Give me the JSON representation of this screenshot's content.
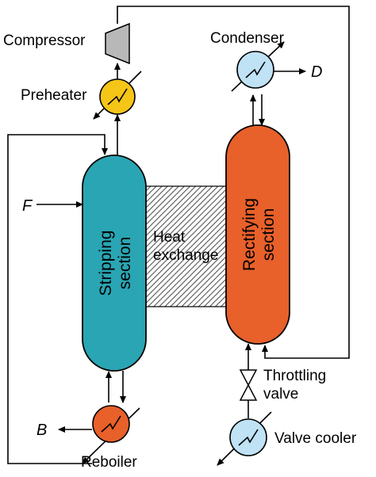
{
  "labels": {
    "compressor": "Compressor",
    "preheater": "Preheater",
    "condenser": "Condenser",
    "feed": "F",
    "distillate": "D",
    "bottoms": "B",
    "stripping_line1": "Stripping",
    "stripping_line2": "section",
    "rectifying_line1": "Rectifying",
    "rectifying_line2": "section",
    "heat_line1": "Heat",
    "heat_line2": "exchange",
    "throttling_line1": "Throttling",
    "throttling_line2": "valve",
    "reboiler": "Reboiler",
    "valve_cooler": "Valve cooler"
  },
  "colors": {
    "stripping_section": "#2aa5b3",
    "rectifying_section": "#e8602a",
    "preheater": "#f5c518",
    "condenser": "#bfe2f5",
    "reboiler": "#e8602a",
    "valve_cooler": "#bfe2f5",
    "compressor": "#b8b8b8",
    "heat_exchange_hatch": "#555555"
  }
}
